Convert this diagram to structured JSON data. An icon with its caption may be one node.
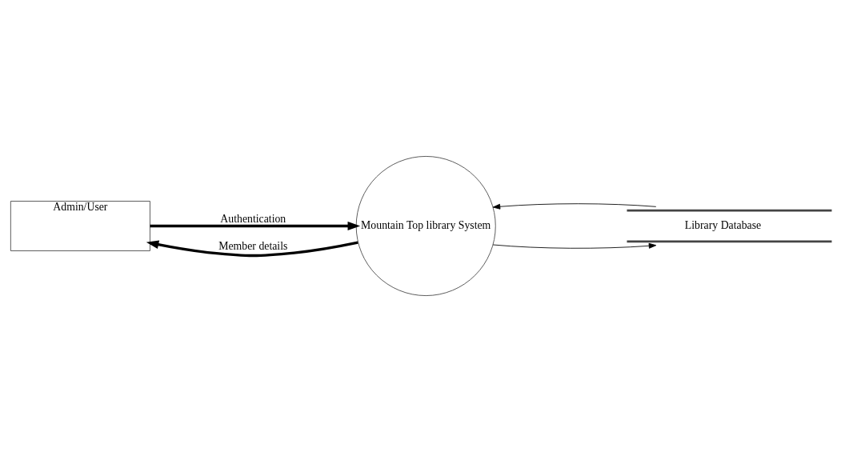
{
  "diagram": {
    "nodes": [
      {
        "text": [
          "Admin/User"
        ]
      },
      {
        "text": [
          "Mountain Top library System"
        ]
      },
      {
        "text": [
          "Library Database"
        ]
      }
    ],
    "edges": [
      {
        "from": 0,
        "to": 1,
        "arrow": "to",
        "label": "Authentication",
        "style": "thick"
      },
      {
        "from": 1,
        "to": 0,
        "arrow": "to",
        "label": "Member details",
        "style": "thick"
      },
      {
        "from": 1,
        "to": 2,
        "arrow": "to"
      },
      {
        "from": 2,
        "to": 1,
        "arrow": "to"
      }
    ]
  }
}
